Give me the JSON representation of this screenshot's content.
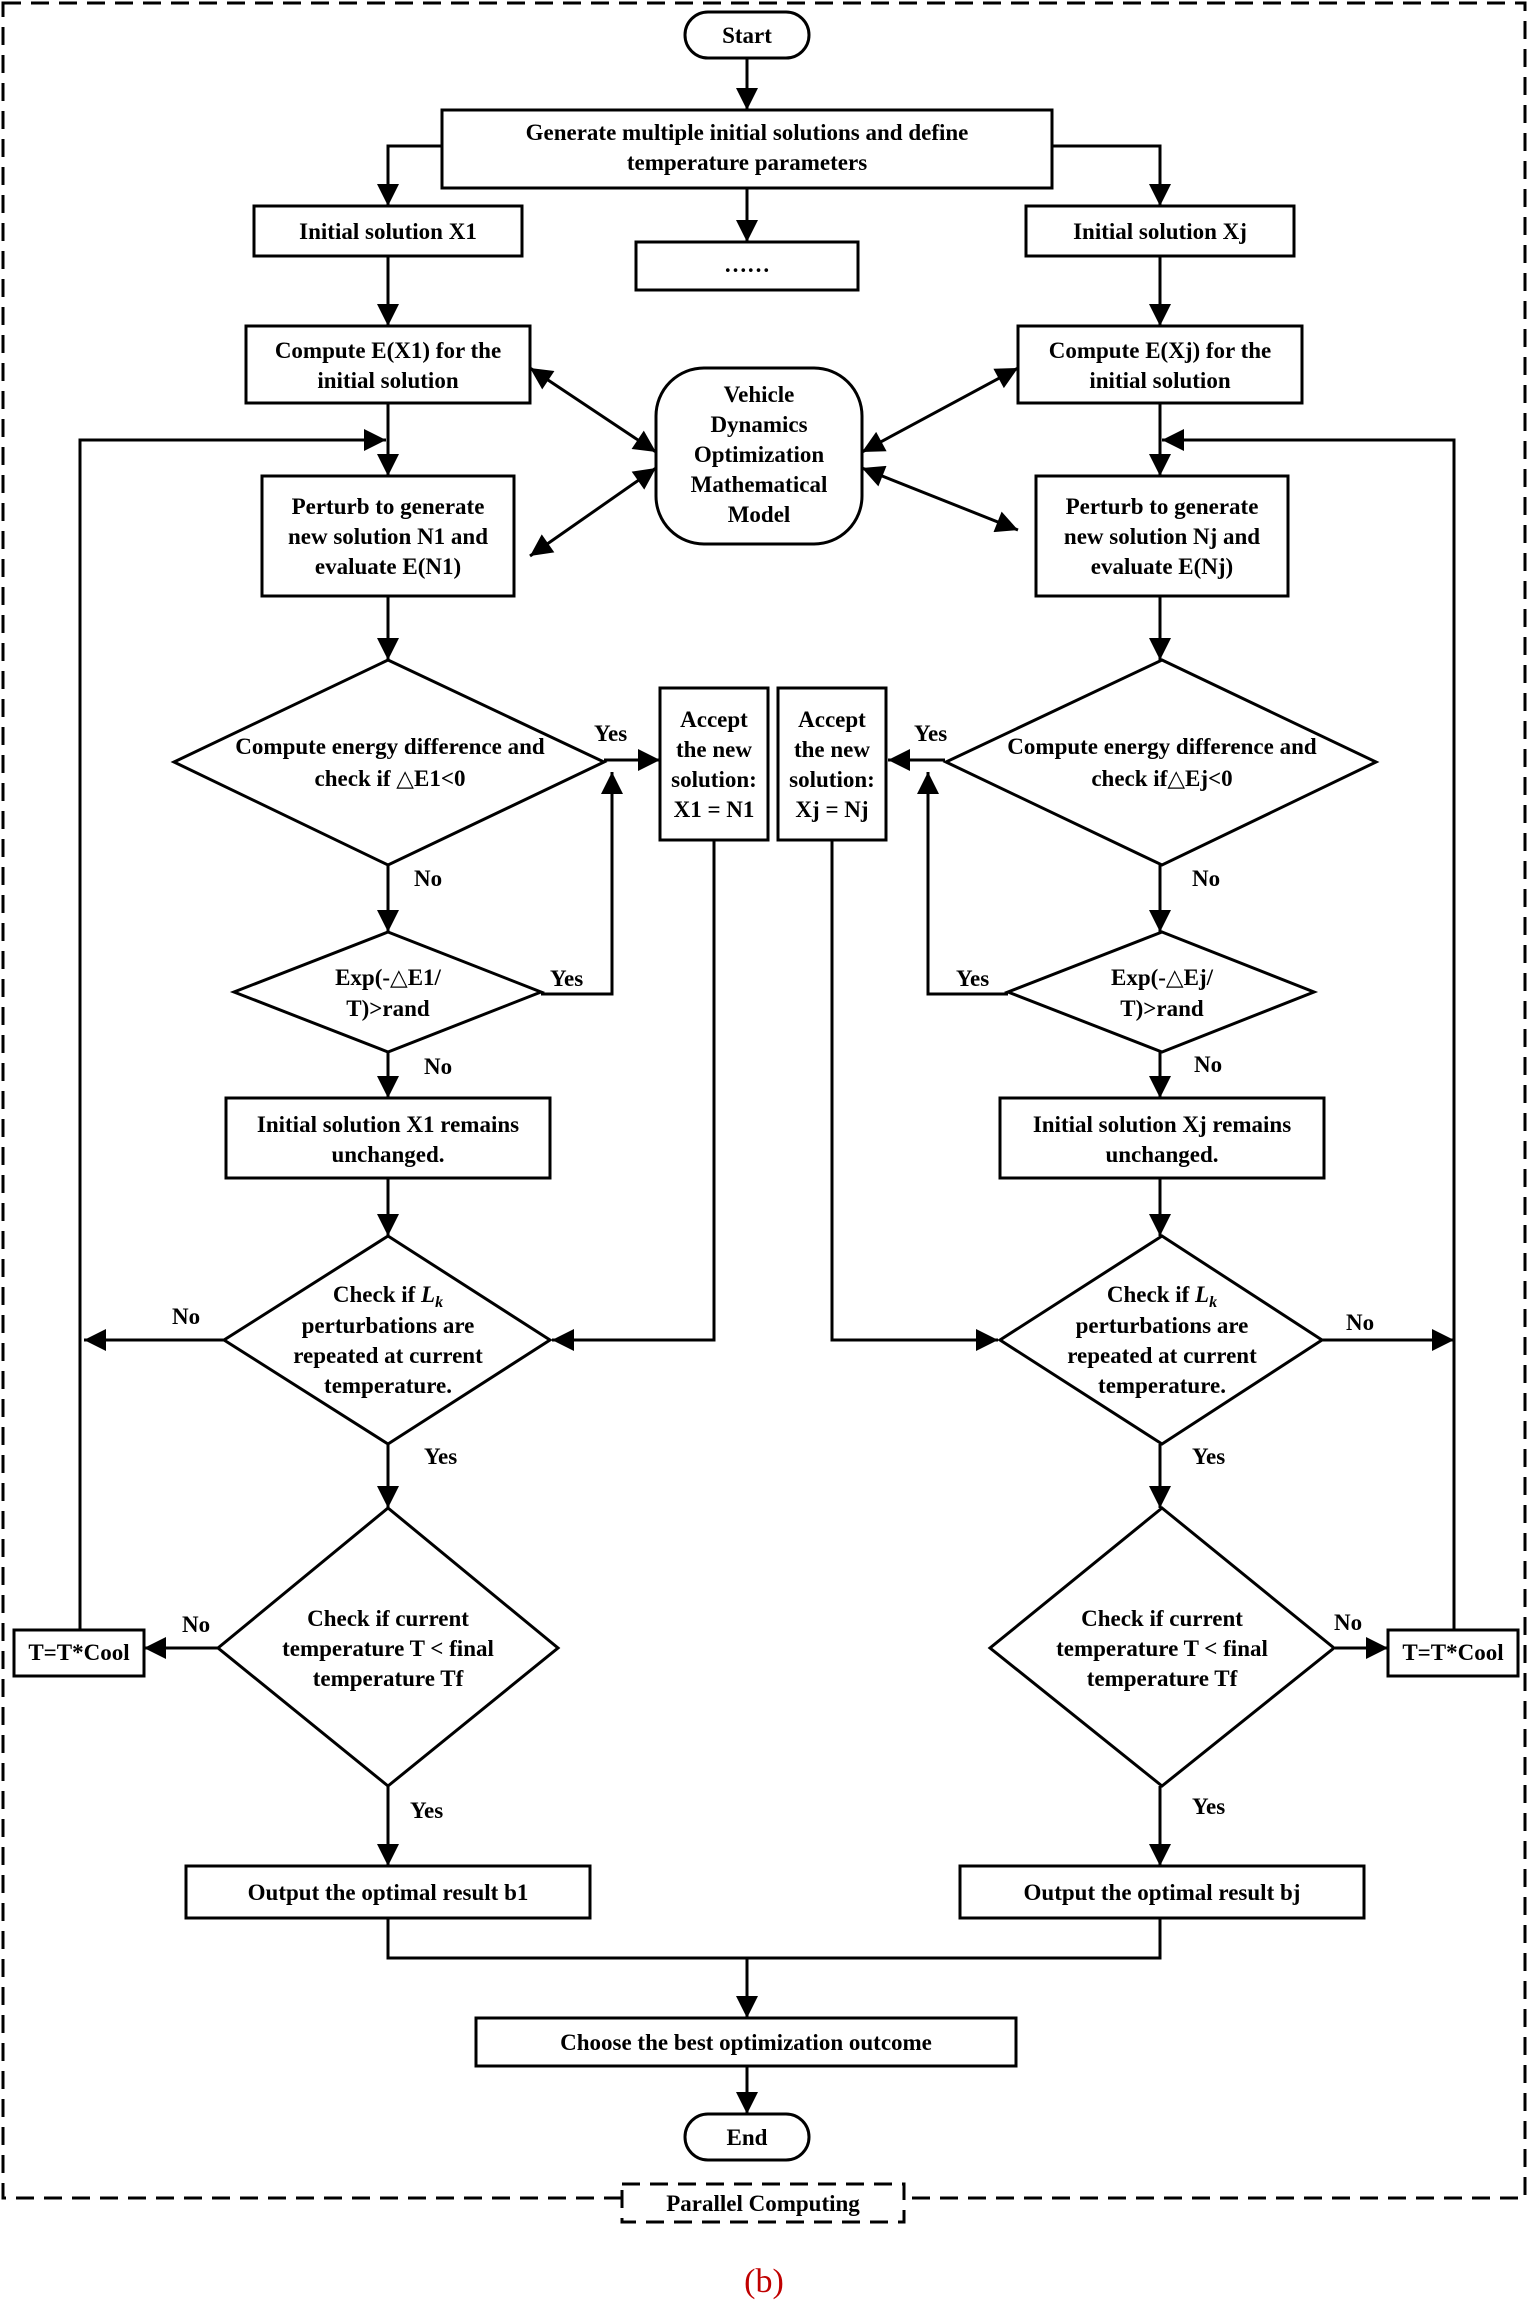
{
  "nodes": {
    "start": "Start",
    "generate": [
      "Generate multiple initial solutions and define",
      "temperature parameters"
    ],
    "init_x1": "Initial solution X1",
    "dots": "……",
    "init_xj": "Initial solution Xj",
    "compute_x1": [
      "Compute E(X1) for the",
      "initial solution"
    ],
    "compute_xj": [
      "Compute E(Xj) for the",
      "initial solution"
    ],
    "model": [
      "Vehicle",
      "Dynamics",
      "Optimization",
      "Mathematical",
      "Model"
    ],
    "perturb_1": [
      "Perturb to generate",
      "new solution N1 and",
      "evaluate E(N1)"
    ],
    "perturb_j": [
      "Perturb to generate",
      "new solution Nj and",
      "evaluate E(Nj)"
    ],
    "energy_1": [
      "Compute energy difference and",
      "check if △E1<0"
    ],
    "energy_j": [
      "Compute energy difference and",
      "check if△Ej<0"
    ],
    "accept_1": [
      "Accept",
      "the new",
      "solution:",
      "X1 = N1"
    ],
    "accept_j": [
      "Accept",
      "the new",
      "solution:",
      "Xj = Nj"
    ],
    "exp_1": [
      "Exp(-△E1/",
      "T)>rand"
    ],
    "exp_j": [
      "Exp(-△Ej/",
      "T)>rand"
    ],
    "unchanged_1": [
      "Initial solution X1 remains",
      "unchanged."
    ],
    "unchanged_j": [
      "Initial solution Xj remains",
      "unchanged."
    ],
    "lk_1": [
      "Check if Lk",
      "perturbations are",
      "repeated at current",
      "temperature."
    ],
    "lk_j": [
      "Check if Lk",
      "perturbations are",
      "repeated at current",
      "temperature."
    ],
    "temp_1": [
      "Check if current",
      "temperature T < final",
      "temperature Tf"
    ],
    "temp_j": [
      "Check if current",
      "temperature T < final",
      "temperature Tf"
    ],
    "cool_1": "T=T*Cool",
    "cool_j": "T=T*Cool",
    "output_1": "Output the optimal result b1",
    "output_j": "Output the optimal result bj",
    "choose": "Choose the best optimization outcome",
    "end": "End"
  },
  "edge_labels": {
    "yes": "Yes",
    "no": "No"
  },
  "frame_label": "Parallel Computing",
  "caption": "(b)"
}
